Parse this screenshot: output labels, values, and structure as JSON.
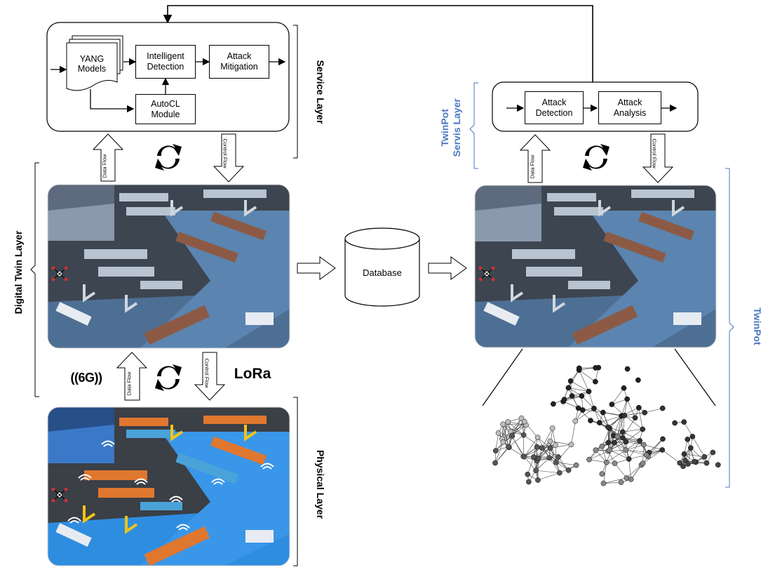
{
  "layers": {
    "service": "Service Layer",
    "digital_twin": "Digital Twin Layer",
    "physical": "Physical Layer",
    "twinpot_servis_line1": "TwinPot",
    "twinpot_servis_line2": "Servis Layer",
    "twinpot": "TwinPot"
  },
  "service_boxes": {
    "yang_line1": "YANG",
    "yang_line2": "Models",
    "intelligent_line1": "Intelligent",
    "intelligent_line2": "Detection",
    "mitigation_line1": "Attack",
    "mitigation_line2": "Mitigation",
    "autocl_line1": "AutoCL",
    "autocl_line2": "Module"
  },
  "twinpot_boxes": {
    "detection_line1": "Attack",
    "detection_line2": "Detection",
    "analysis_line1": "Attack",
    "analysis_line2": "Analysis"
  },
  "flows": {
    "data_flow": "Data Flow",
    "control_flow": "Control Flow",
    "sync": "sync"
  },
  "database": "Database",
  "tech": {
    "sixg": "((6G))",
    "lora": "LoRa"
  },
  "colors": {
    "accent_blue": "#4a78c2",
    "harbor_water_dt": "#5b7fa8",
    "harbor_water_phys": "#2f8de0"
  },
  "icons": [
    "sync-icon",
    "harbor-illustration",
    "network-graph",
    "database-cylinder",
    "drone-icon",
    "wifi-icon"
  ]
}
